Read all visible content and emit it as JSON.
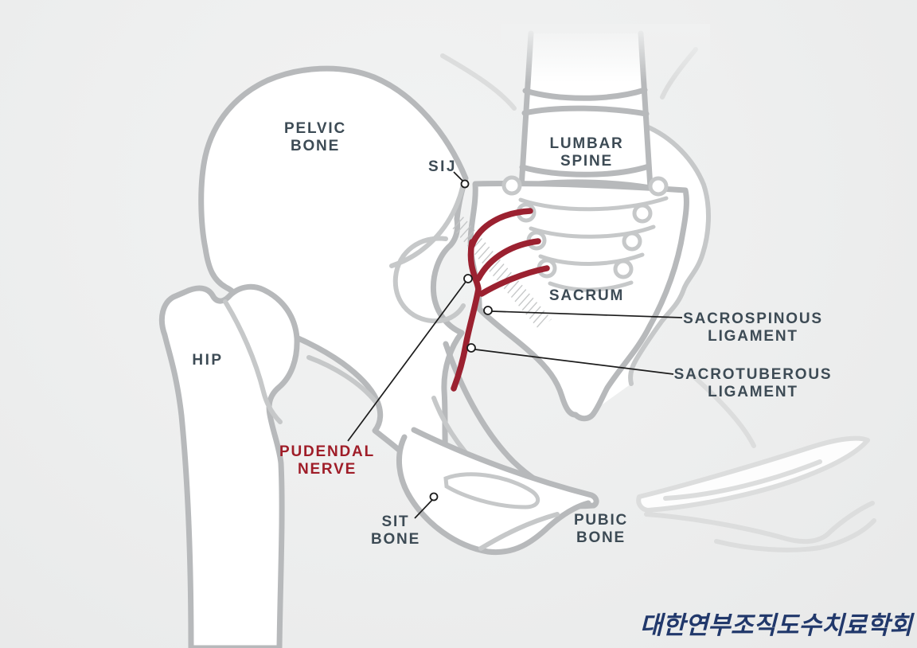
{
  "title": "Pelvis anatomy diagram - pudendal nerve",
  "labels": {
    "pelvic_bone": "PELVIC\nBONE",
    "lumbar_spine": "LUMBAR\nSPINE",
    "sij": "SIJ",
    "sacrum": "SACRUM",
    "hip": "HIP",
    "sacrospinous_ligament": "SACROSPINOUS\nLIGAMENT",
    "sacrotuberous_ligament": "SACROTUBEROUS\nLIGAMENT",
    "pudendal_nerve": "PUDENDAL\nNERVE",
    "sit_bone": "SIT\nBONE",
    "pubic_bone": "PUBIC\nBONE"
  },
  "watermark": {
    "text": "대한연부조직도수치료학회"
  },
  "colors": {
    "background": "#eeefef",
    "bone_outline": "#b7b9bb",
    "bone_outline_light": "#c6c8c9",
    "bone_outline_faint": "#dcdddd",
    "bone_fill": "#ffffff",
    "label_text": "#3d4b55",
    "nerve": "#9b2130",
    "nerve_label": "#9f1d28",
    "watermark_text": "#21386b",
    "leader_line": "#1c1c1c"
  }
}
